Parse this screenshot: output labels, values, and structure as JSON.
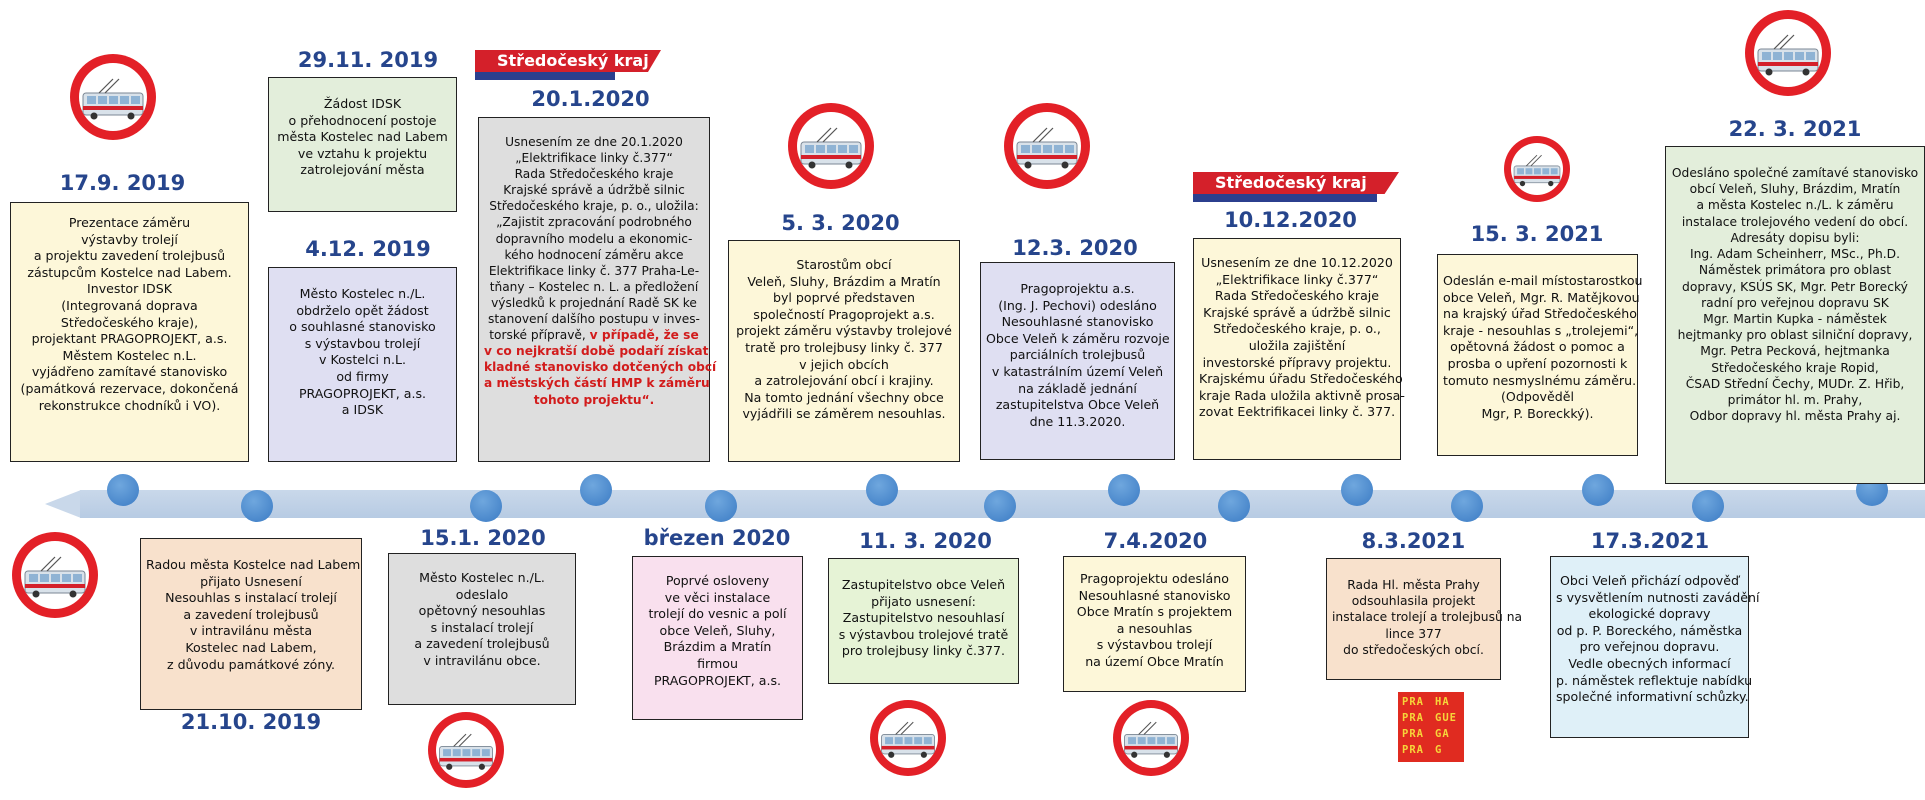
{
  "banners": {
    "b1": "Středočeský kraj",
    "b2": "Středočeský kraj"
  },
  "praha_logo": {
    "left": [
      "PRA",
      "PRA",
      "PRA",
      "PRA"
    ],
    "right": [
      "HA",
      "GUE",
      "GA",
      "G"
    ]
  },
  "events": {
    "e1": {
      "date": "17.9. 2019",
      "lines": [
        "Prezentace záměru",
        "výstavby trolejí",
        "a projektu zavedení trolejbusů",
        "zástupcům Kostelce nad Labem.",
        "Investor IDSK",
        "(Integrovaná doprava",
        "Středočeského kraje),",
        "projektant PRAGOPROJEKT, a.s.",
        "Městem Kostelec n.L.",
        "vyjádřeno zamítavé stanovisko",
        "(památková rezervace, dokončená",
        "rekonstrukce chodníků i VO)."
      ]
    },
    "e2": {
      "date": "29.11. 2019",
      "lines": [
        "Žádost IDSK",
        "o přehodnocení postoje",
        "města Kostelec nad Labem",
        "ve vztahu k projektu",
        "zatrolejování  města"
      ]
    },
    "e3": {
      "date": "4.12. 2019",
      "lines": [
        "Město Kostelec n./L.",
        "obdrželo opět žádost",
        "o souhlasné stanovisko",
        "s výstavbou trolejí",
        "v Kostelci n.L.",
        "od firmy",
        "PRAGOPROJEKT, a.s.",
        "a IDSK"
      ]
    },
    "e4": {
      "date": "20.1.2020",
      "lines": [
        "Usnesením ze dne 20.1.2020",
        "„Elektrifikace linky č.377“",
        "Rada Středočeského kraje",
        "Krajské správě a údržbě silnic",
        "Středočeského kraje, p. o., uložila:",
        "„Zajistit zpracování podrobného",
        "dopravního modelu a ekonomic-",
        "kého hodnocení záměru akce",
        "Elektrifikace linky č. 377 Praha-Le-",
        "tňany – Kostelec n. L. a předložení",
        "výsledků k projednání Radě SK ke",
        "stanovení dalšího postupu v inves-"
      ],
      "line_mixed_a": "torské přípravě, ",
      "line_mixed_b": "v případě, že se",
      "red_lines": [
        "v co nejkratší době podaří získat",
        "kladné stanovisko dotčených obcí",
        "a městských částí HMP k záměru",
        "tohoto projektu“."
      ]
    },
    "e5": {
      "date": "5. 3. 2020",
      "lines": [
        "Starostům obcí",
        "Veleň, Sluhy, Brázdim a  Mratín",
        "byl poprvé představen",
        "společností Pragoprojekt a.s.",
        "projekt záměru výstavby trolejové",
        "tratě pro trolejbusy linky č. 377",
        "v jejich obcích",
        "a zatrolejování  obcí i krajiny.",
        "Na tomto jednání všechny obce",
        "vyjádřili se záměrem nesouhlas."
      ]
    },
    "e6": {
      "date": "12.3. 2020",
      "lines": [
        "Pragoprojektu a.s.",
        "(Ing. J. Pechovi) odesláno",
        "Nesouhlasné stanovisko",
        "Obce Veleň k záměru rozvoje",
        "parciálních trolejbusů",
        "v katastrálním území Veleň",
        "na základě jednání",
        "zastupitelstva Obce Veleň",
        "dne 11.3.2020."
      ]
    },
    "e7": {
      "date": "10.12.2020",
      "lines": [
        "Usnesením ze dne 10.12.2020",
        "„Elektrifikace linky č.377“",
        "Rada Středočeského kraje",
        "Krajské správě a údržbě silnic",
        "Středočeského kraje, p. o.,",
        "uložila zajištění",
        "investorské přípravy projektu.",
        "Krajskému úřadu Středočeského",
        "kraje Rada uložila aktivně prosa-",
        "zovat Eektrifikacei linky č. 377."
      ]
    },
    "e8": {
      "date": "15. 3. 2021",
      "lines": [
        "Odeslán e-mail místostarostkou",
        "obce Veleň, Mgr. R. Matějkovou",
        "na krajský úřad Středočeského",
        "kraje - nesouhlas s „trolejemi“,",
        "opětovná žádost o pomoc a",
        "prosba o upření pozornosti k",
        "tomuto nesmyslnému záměru.",
        "(Odpověděl",
        "Mgr, P. Boreckký)."
      ]
    },
    "e9": {
      "date": "22. 3. 2021",
      "lines": [
        "Odesláno společné zamítavé stanovisko",
        "obcí Veleň, Sluhy, Brázdim, Mratín",
        "a města Kostelec n./L.  k záměru",
        "instalace trolejového vedení do obcí.",
        "Adresáty dopisu byli:",
        "Ing. Adam Scheinherr, MSc., Ph.D.",
        "Náměstek primátora pro oblast",
        "dopravy, KSÚS SK, Mgr. Petr Borecký",
        "radní pro veřejnou dopravu SK",
        "Mgr. Martin Kupka - náměstek",
        "hejtmanky pro oblast silniční dopravy,",
        "Mgr. Petra Pecková, hejtmanka",
        "Středočeského kraje Ropid,",
        "ČSAD Střední Čechy, MUDr. Z. Hřib,",
        "primátor hl. m. Prahy,",
        "Odbor dopravy hl. města Prahy aj."
      ]
    },
    "e10": {
      "date": "21.10. 2019",
      "lines": [
        "Radou města Kostelce nad Labem",
        "přijato Usnesení",
        "Nesouhlas s instalací trolejí",
        "a zavedení trolejbusů",
        "v intravilánu města",
        "Kostelec nad Labem,",
        "z důvodu památkové zóny."
      ]
    },
    "e11": {
      "date": "15.1. 2020",
      "lines": [
        "Město Kostelec n./L.",
        "odeslalo",
        "opětovný nesouhlas",
        "s instalací trolejí",
        "a zavedení trolejbusů",
        "v intravilánu obce."
      ]
    },
    "e12": {
      "date": "březen 2020",
      "lines": [
        "Poprvé osloveny",
        "ve věci instalace",
        "trolejí do vesnic a polí",
        "obce Veleň, Sluhy,",
        "Brázdim a  Mratín",
        "firmou",
        "PRAGOPROJEKT, a.s."
      ]
    },
    "e13": {
      "date": "11. 3. 2020",
      "lines": [
        "Zastupitelstvo obce Veleň",
        "přijato usnesení:",
        "Zastupitelstvo nesouhlasí",
        "s výstavbou trolejové tratě",
        "pro trolejbusy linky č.377."
      ]
    },
    "e14": {
      "date": "7.4.2020",
      "lines": [
        "Pragoprojektu odesláno",
        "Nesouhlasné stanovisko",
        "Obce Mratín s projektem",
        "a nesouhlas",
        "s výstavbou trolejí",
        "na území Obce Mratín"
      ]
    },
    "e15": {
      "date": "8.3.2021",
      "lines": [
        "Rada Hl. města Prahy",
        "odsouhlasila projekt",
        "instalace trolejí a trolejbusů na",
        "lince 377",
        "do středočeských obcí."
      ]
    },
    "e16": {
      "date": "17.3.2021",
      "lines": [
        "Obci Veleň přichází odpověď",
        "s vysvětlením nutnosti zavádění",
        "ekologické dopravy",
        "od p. P. Boreckého, náměstka",
        "pro veřejnou dopravu.",
        "Vedle obecných informací",
        "p. náměstek reflektuje nabídku",
        "společné informativní schůzky."
      ]
    }
  },
  "colors": {
    "date_blue": "#26458c",
    "sign_red": "#e32027",
    "timeline_band": "#c9d8ea",
    "dot_blue": "#3b7bc4",
    "highlight_red": "#d21c1c"
  }
}
